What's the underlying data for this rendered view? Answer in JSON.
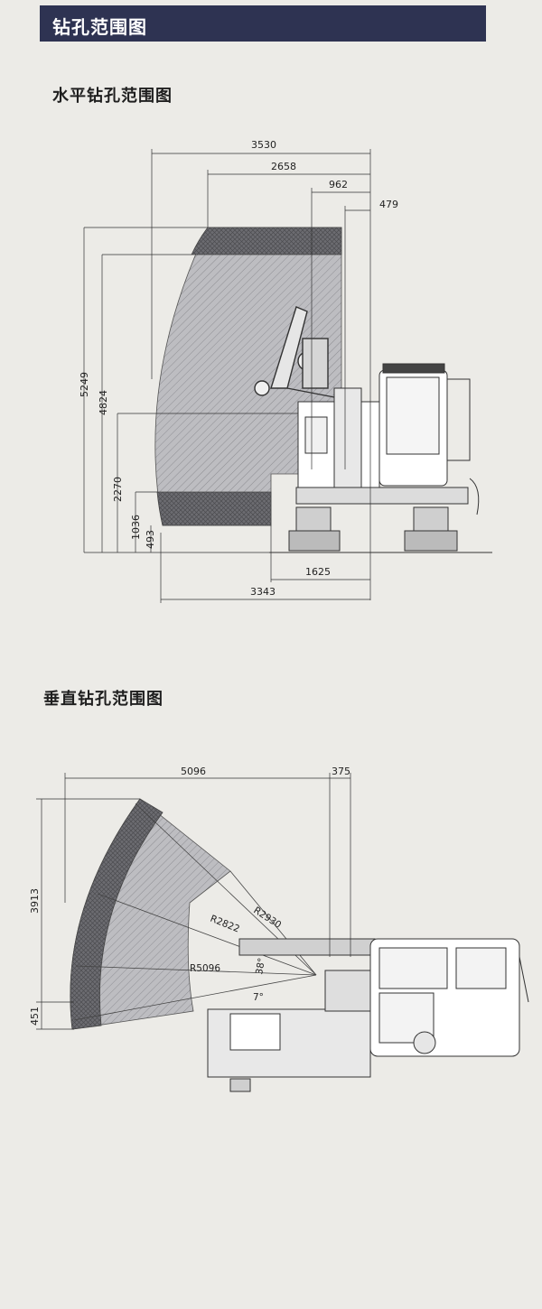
{
  "header": {
    "title": "钻孔范围图"
  },
  "horizontal": {
    "title": "水平钻孔范围图",
    "dims_top": [
      "3530",
      "2658",
      "962",
      "479"
    ],
    "dims_left": [
      "5249",
      "4824",
      "2270",
      "1036",
      "493"
    ],
    "dims_bottom": [
      "1625",
      "3343"
    ]
  },
  "vertical": {
    "title": "垂直钻孔范围图",
    "dims_top": [
      "5096",
      "375"
    ],
    "dims_left": [
      "3913",
      "451"
    ],
    "radii": [
      "R2930",
      "R2822",
      "R5096"
    ],
    "angles": [
      "38°",
      "7°"
    ]
  },
  "colors": {
    "banner": "#2e3352",
    "hatch_fill": "#b9b9bd",
    "band_fill": "#6f6f74"
  }
}
